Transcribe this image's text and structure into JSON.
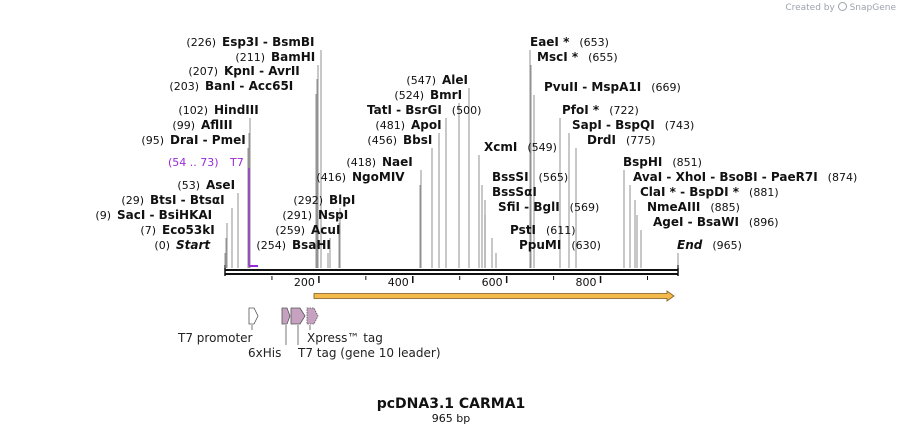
{
  "credit": {
    "text": "Created by",
    "brand": "SnapGene"
  },
  "title": "pcDNA3.1 CARMA1",
  "subtitle": "965 bp",
  "colors": {
    "primer": "#9a2bd6",
    "orf_fill": "#f3b94a",
    "orf_stroke": "#7a5a20",
    "feature_fill": "#c7a2c0"
  },
  "sites": [
    {
      "id": "s0",
      "pos": "(0)",
      "label": "Start",
      "italic": true
    },
    {
      "id": "s1",
      "pos": "(7)",
      "label": "Eco53kI"
    },
    {
      "id": "s2",
      "pos": "(9)",
      "label": "SacI  - BsiHKAI"
    },
    {
      "id": "s3",
      "pos": "(29)",
      "label": "BtsI  - BtsαI"
    },
    {
      "id": "s4",
      "pos": "(53)",
      "label": "AseI"
    },
    {
      "id": "s5",
      "pos": "(95)",
      "label": "DraI  - PmeI"
    },
    {
      "id": "s6",
      "pos": "(99)",
      "label": "AflIII"
    },
    {
      "id": "s7",
      "pos": "(102)",
      "label": "HindIII"
    },
    {
      "id": "s8",
      "pos": "(203)",
      "label": "BanI  - Acc65I"
    },
    {
      "id": "s9",
      "pos": "(207)",
      "label": "KpnI  - AvrII"
    },
    {
      "id": "s10",
      "pos": "(211)",
      "label": "BamHI"
    },
    {
      "id": "s11",
      "pos": "(226)",
      "label": "Esp3I  - BsmBI"
    },
    {
      "id": "s12",
      "pos": "(254)",
      "label": "BsaHI"
    },
    {
      "id": "s13",
      "pos": "(259)",
      "label": "AcuI"
    },
    {
      "id": "s14",
      "pos": "(291)",
      "label": "NspI"
    },
    {
      "id": "s15",
      "pos": "(292)",
      "label": "BlpI"
    },
    {
      "id": "s16",
      "pos": "(416)",
      "label": "NgoMIV"
    },
    {
      "id": "s17",
      "pos": "(418)",
      "label": "NaeI"
    },
    {
      "id": "s18",
      "pos": "(456)",
      "label": "BbsI"
    },
    {
      "id": "s19",
      "pos": "(481)",
      "label": "ApoI"
    },
    {
      "id": "s20",
      "pos": "(500)",
      "label": "TatI  - BsrGI"
    },
    {
      "id": "s21",
      "pos": "(524)",
      "label": "BmrI"
    },
    {
      "id": "s22",
      "pos": "(547)",
      "label": "AleI"
    },
    {
      "id": "s23",
      "pos": "(549)",
      "label": "XcmI"
    },
    {
      "id": "s24",
      "pos": "(565)",
      "label": "BssSI"
    },
    {
      "id": "s25",
      "label": "BssSαI"
    },
    {
      "id": "s26",
      "pos": "(569)",
      "label": "SfiI  - BglI"
    },
    {
      "id": "s27",
      "pos": "(611)",
      "label": "PstI"
    },
    {
      "id": "s28",
      "pos": "(630)",
      "label": "PpuMI"
    },
    {
      "id": "s29",
      "pos": "(653)",
      "label": "EaeI *"
    },
    {
      "id": "s30",
      "pos": "(655)",
      "label": "MscI *"
    },
    {
      "id": "s31",
      "pos": "(669)",
      "label": "PvuII  - MspA1I"
    },
    {
      "id": "s32",
      "pos": "(722)",
      "label": "PfoI *"
    },
    {
      "id": "s33",
      "pos": "(743)",
      "label": "SapI  - BspQI"
    },
    {
      "id": "s34",
      "pos": "(775)",
      "label": "DrdI"
    },
    {
      "id": "s35",
      "pos": "(851)",
      "label": "BspHI"
    },
    {
      "id": "s36",
      "pos": "(874)",
      "label": "AvaI  - XhoI  - BsoBI  - PaeR7I"
    },
    {
      "id": "s37",
      "pos": "(881)",
      "label": "ClaI *  - BspDI *"
    },
    {
      "id": "s38",
      "pos": "(885)",
      "label": "NmeAIII"
    },
    {
      "id": "s39",
      "pos": "(896)",
      "label": "AgeI  - BsaWI"
    },
    {
      "id": "s40",
      "pos": "(965)",
      "label": "End",
      "italic": true
    }
  ],
  "primer": {
    "pos": "(54 .. 73)",
    "label": "T7"
  },
  "ticks": [
    "200",
    "400",
    "600",
    "800"
  ],
  "features": [
    {
      "id": "f0",
      "label": "T7 promoter"
    },
    {
      "id": "f1",
      "label": "6xHis"
    },
    {
      "id": "f2",
      "label": "T7 tag (gene 10 leader)"
    },
    {
      "id": "f3",
      "label": "Xpress™ tag"
    }
  ]
}
